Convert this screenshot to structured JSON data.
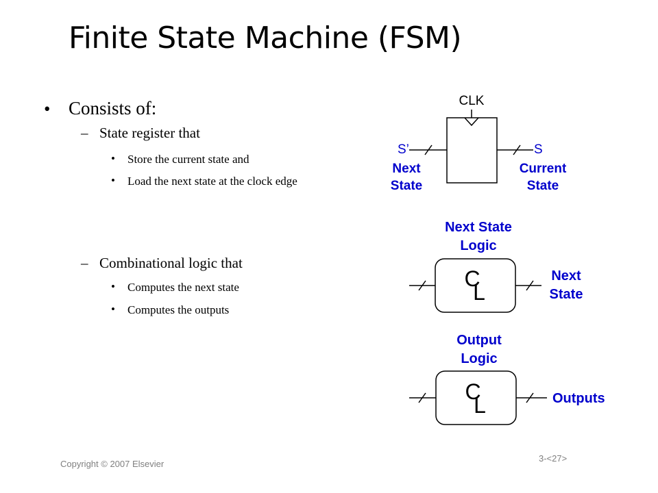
{
  "slide": {
    "title": "Finite State Machine (FSM)",
    "footer_copyright": "Copyright © 2007 Elsevier",
    "footer_page": "3-<27>"
  },
  "bullets": {
    "level1": "Consists of:",
    "state_register": "State register that",
    "state_register_items": [
      "Store the current state and",
      "Load the next state at the clock edge"
    ],
    "combinational": "Combinational logic that",
    "combinational_items": [
      "Computes the next state",
      "Computes the outputs"
    ]
  },
  "diagram": {
    "register": {
      "clk": "CLK",
      "input_signal": "S’",
      "input_label_line1": "Next",
      "input_label_line2": "State",
      "output_signal": "S",
      "output_label_line1": "Current",
      "output_label_line2": "State"
    },
    "next_state_logic": {
      "title_line1": "Next State",
      "title_line2": "Logic",
      "glyph_top": "C",
      "glyph_bottom": "L",
      "output_line1": "Next",
      "output_line2": "State"
    },
    "output_logic": {
      "title_line1": "Output",
      "title_line2": "Logic",
      "glyph_top": "C",
      "glyph_bottom": "L",
      "output_line1": "Outputs"
    },
    "colors": {
      "label_blue": "#0000cc",
      "line": "#000000"
    }
  }
}
